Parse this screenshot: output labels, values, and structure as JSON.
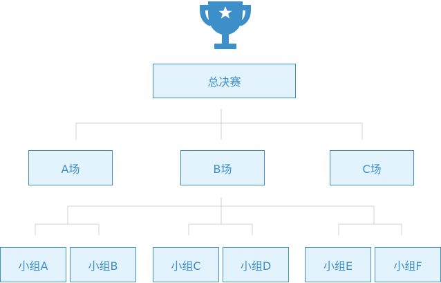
{
  "colors": {
    "accent": "#3d8fc9",
    "node_fill": "#e3f3fd",
    "connector": "#d0d0d0"
  },
  "icon": "trophy-icon",
  "final": {
    "label": "总决赛"
  },
  "venues": [
    {
      "label": "A场"
    },
    {
      "label": "B场"
    },
    {
      "label": "C场"
    }
  ],
  "groups": [
    {
      "label": "小组A"
    },
    {
      "label": "小组B"
    },
    {
      "label": "小组C"
    },
    {
      "label": "小组D"
    },
    {
      "label": "小组E"
    },
    {
      "label": "小组F"
    }
  ]
}
